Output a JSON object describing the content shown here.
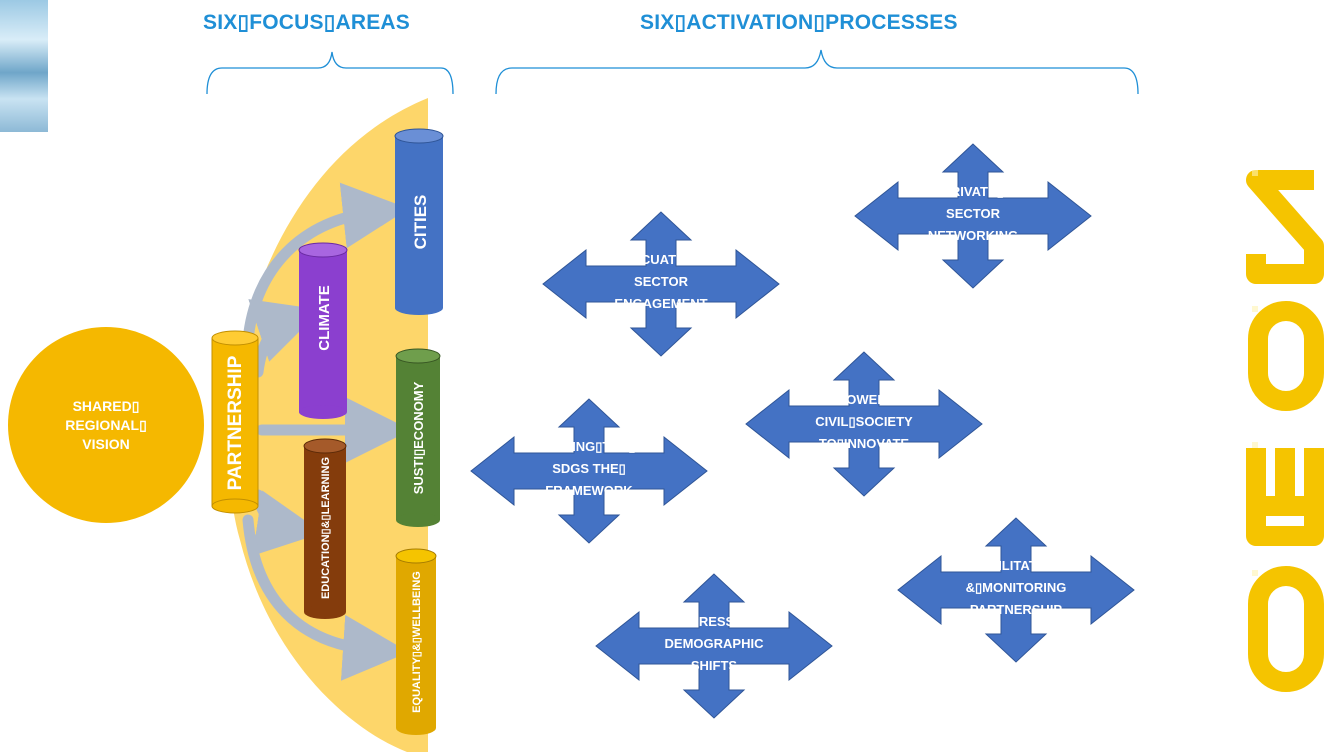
{
  "headers": {
    "focus_areas": "SIX▯FOCUS▯AREAS",
    "activation_processes": "SIX▯ACTIVATION▯PROCESSES"
  },
  "vision": {
    "text": "SHARED▯\nREGIONAL▯\nVISION",
    "color": "#f5b800"
  },
  "partnership": {
    "label": "PARTNERSHIP",
    "color": "#f5b800"
  },
  "focus_areas": [
    {
      "id": "cities",
      "label": "CITIES",
      "color": "#4472c4"
    },
    {
      "id": "climate",
      "label": "CLIMATE",
      "color": "#8b3fcf"
    },
    {
      "id": "economy",
      "label": "SUSTI▯ECONOMY",
      "color": "#548235"
    },
    {
      "id": "education",
      "label": "EDUCATION▯&▯LEARNING",
      "color": "#843c0c"
    },
    {
      "id": "equality",
      "label": "EQUALITY▯&▯WELLBEING",
      "color": "#e0a800"
    }
  ],
  "processes": [
    {
      "id": "private-sector",
      "text": "PRIVATE▯\nSECTOR\nNETWORKING"
    },
    {
      "id": "education-sector",
      "text": "EDCUATION\nSECTOR\nENGAGEMENT"
    },
    {
      "id": "civil-society",
      "text": "EMPOWERING\nCIVIL▯SOCIETY\nTO▯INNOVATE"
    },
    {
      "id": "sdgs-framework",
      "text": "MAKING▯THE▯\nSDGS THE▯\nFRAMEWORK"
    },
    {
      "id": "monitoring",
      "text": "FACILITATING\n&▯MONITORING\nPARTNERSHIP"
    },
    {
      "id": "demographic",
      "text": "ADDRESSING\nDEMOGRAPHIC\nSHIFTS"
    }
  ],
  "year_digits": [
    "2",
    "0",
    "3",
    "0"
  ],
  "colors": {
    "arc": "#fdd66a",
    "arrow": "#adb9ca",
    "diamond": "#4472c4",
    "header": "#1f8fd6",
    "year": "#f5c400"
  }
}
